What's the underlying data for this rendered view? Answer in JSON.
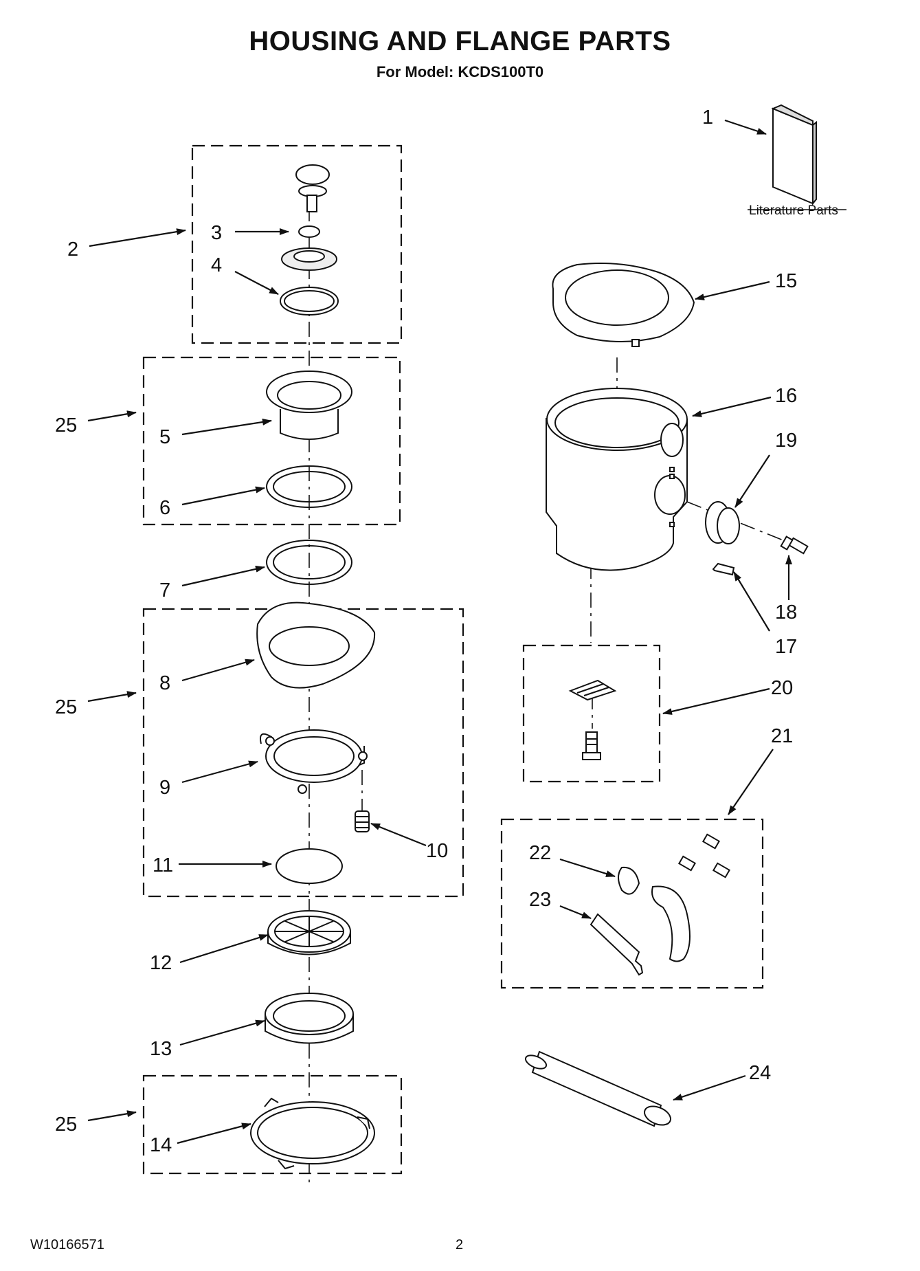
{
  "header": {
    "title": "HOUSING AND FLANGE PARTS",
    "subtitle": "For Model: KCDS100T0"
  },
  "footer": {
    "doc_number": "W10166571",
    "page_number": "2"
  },
  "literature": {
    "label": "Literature Parts"
  },
  "callouts": [
    "1",
    "2",
    "3",
    "4",
    "5",
    "6",
    "7",
    "8",
    "9",
    "10",
    "11",
    "12",
    "13",
    "14",
    "15",
    "16",
    "17",
    "18",
    "19",
    "20",
    "21",
    "22",
    "23",
    "24",
    "25",
    "25",
    "25"
  ]
}
